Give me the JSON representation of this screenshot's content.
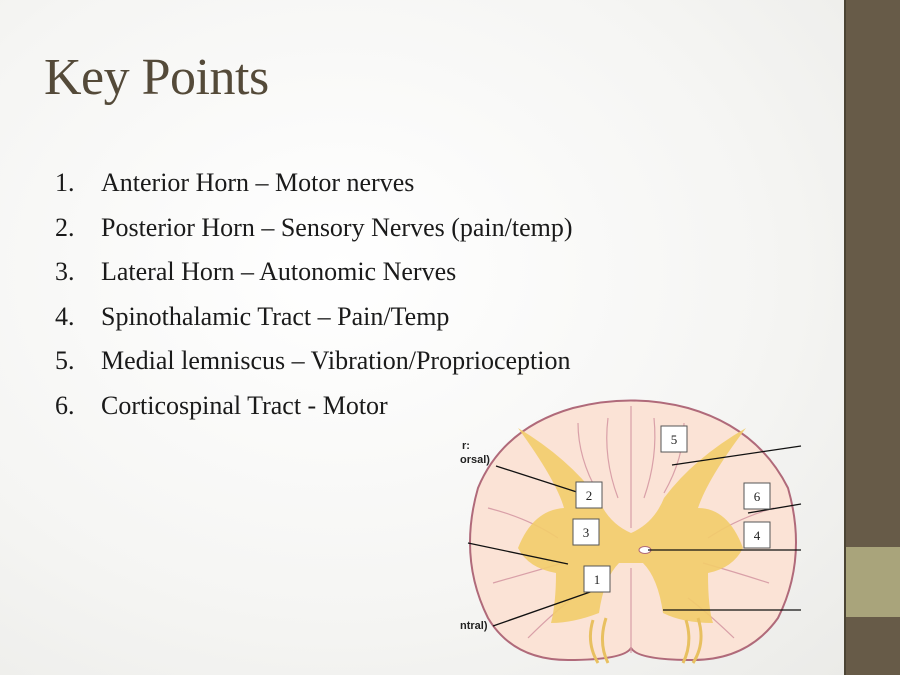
{
  "title": "Key Points",
  "points": [
    {
      "num": "1.",
      "text": "Anterior Horn – Motor nerves"
    },
    {
      "num": "2.",
      "text": "Posterior Horn – Sensory Nerves (pain/temp)"
    },
    {
      "num": "3.",
      "text": "Lateral Horn – Autonomic Nerves"
    },
    {
      "num": "4.",
      "text": "Spinothalamic Tract – Pain/Temp"
    },
    {
      "num": "5.",
      "text": "Medial lemniscus – Vibration/Proprioception"
    },
    {
      "num": "6.",
      "text": "Corticospinal Tract - Motor"
    }
  ],
  "diagram": {
    "fragments": [
      "r:",
      "orsal)",
      "ntral)"
    ],
    "labels": [
      "1",
      "2",
      "3",
      "4",
      "5",
      "6"
    ]
  },
  "colors": {
    "sidebar": "#675b48",
    "sidebar_band": "#a9a47b",
    "title": "#544a39",
    "gray_matter": "#f2cc6a",
    "white_matter": "#fbe3d6"
  }
}
